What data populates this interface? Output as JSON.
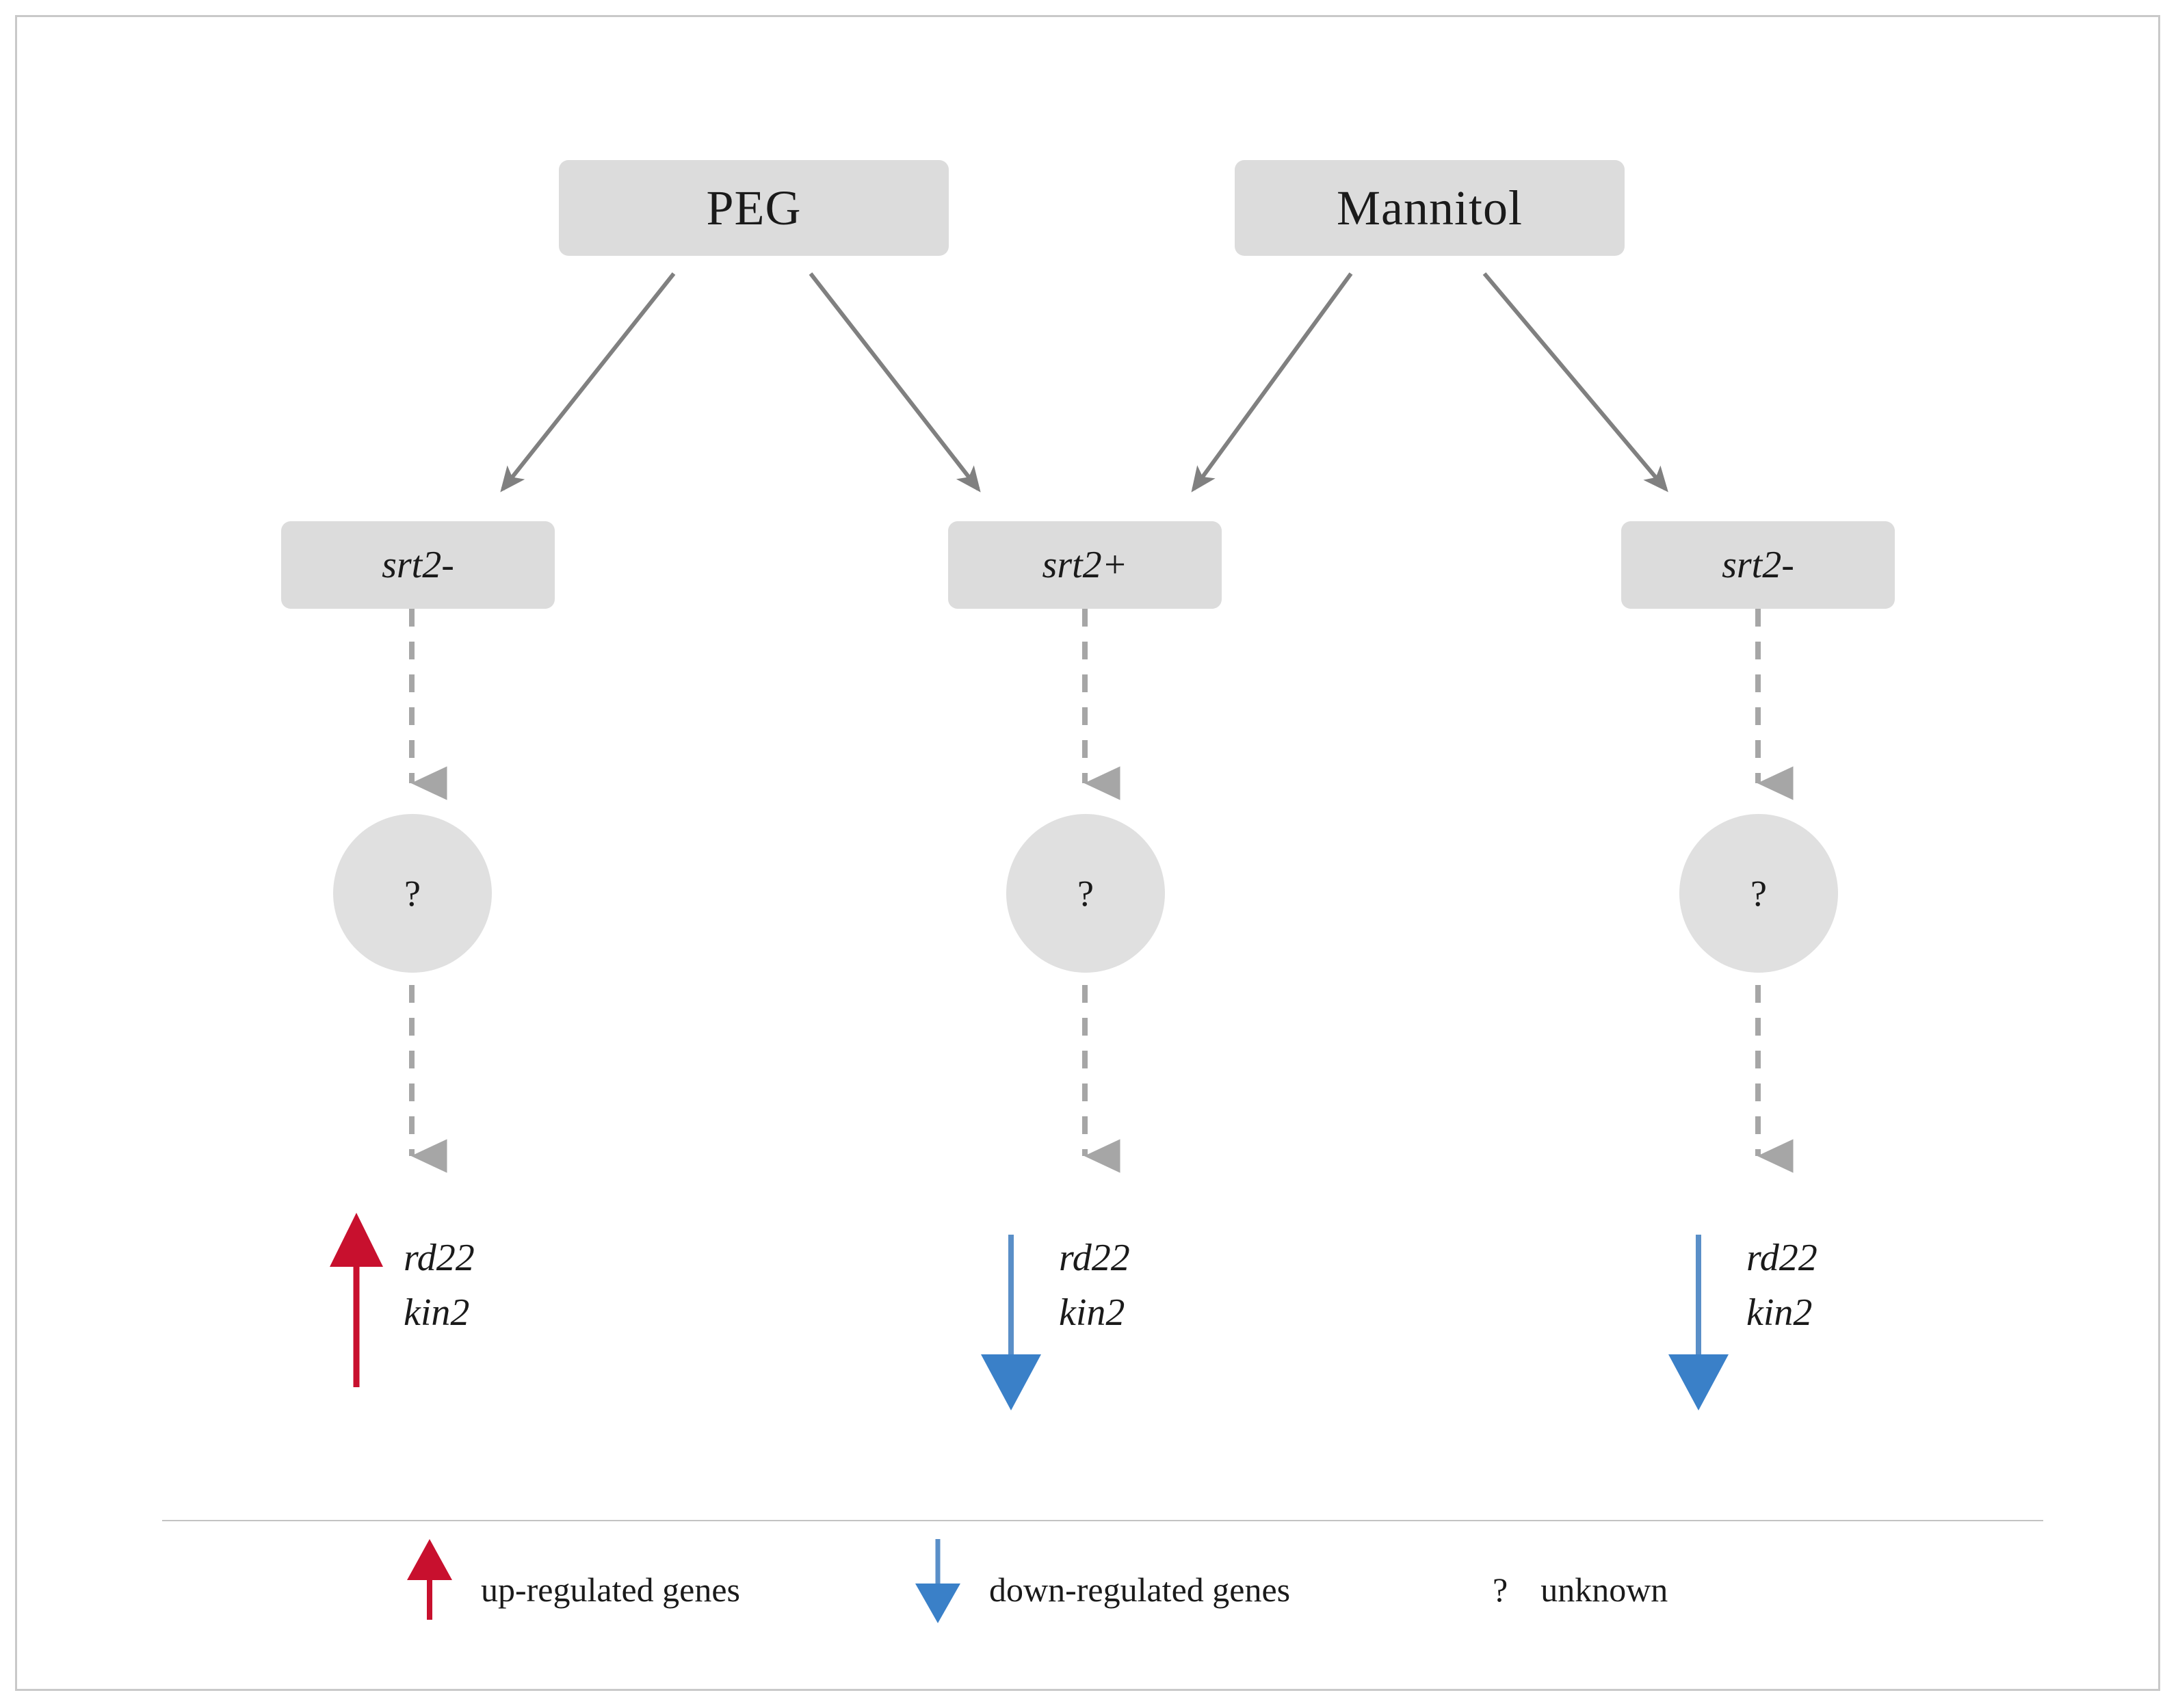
{
  "figure": {
    "type": "pathway-diagram",
    "background_color": "#ffffff",
    "frame_color": "#c9c9c9",
    "node_fill": "#dcdcdc",
    "circle_fill": "#e0e0e0",
    "solid_arrow_color": "#808080",
    "dashed_arrow_color": "#a6a6a6",
    "up_color": "#C8102E",
    "down_color": "#3A80C8",
    "rule_color": "#c3c3c3"
  },
  "stressors": [
    {
      "id": "peg",
      "label": "PEG"
    },
    {
      "id": "mannitol",
      "label": "Mannitol"
    }
  ],
  "genotypes": [
    {
      "id": "geno-left",
      "label": "srt2-"
    },
    {
      "id": "geno-middle",
      "label": "srt2+"
    },
    {
      "id": "geno-right",
      "label": "srt2-"
    }
  ],
  "unknown_nodes": [
    {
      "id": "unknown-left",
      "label": "?"
    },
    {
      "id": "unknown-middle",
      "label": "?"
    },
    {
      "id": "unknown-right",
      "label": "?"
    }
  ],
  "outcomes": [
    {
      "id": "outcome-left",
      "direction": "up",
      "arrow_color": "#C8102E",
      "genes": [
        "rd22",
        "kin2"
      ]
    },
    {
      "id": "outcome-middle",
      "direction": "down",
      "arrow_color": "#3A80C8",
      "genes": [
        "rd22",
        "kin2"
      ]
    },
    {
      "id": "outcome-right",
      "direction": "down",
      "arrow_color": "#3A80C8",
      "genes": [
        "rd22",
        "kin2"
      ]
    }
  ],
  "legend": {
    "items": [
      {
        "id": "legend-up",
        "icon": "up-arrow-icon",
        "label": "up-regulated genes"
      },
      {
        "id": "legend-down",
        "icon": "down-arrow-icon",
        "label": "down-regulated genes"
      },
      {
        "id": "legend-unknown",
        "icon": "question-mark-icon",
        "symbol": "?",
        "label": "unknown"
      }
    ]
  },
  "connections": [
    {
      "from": "peg",
      "to": "geno-left",
      "style": "solid-arrow"
    },
    {
      "from": "peg",
      "to": "geno-middle",
      "style": "solid-arrow"
    },
    {
      "from": "mannitol",
      "to": "geno-middle",
      "style": "solid-arrow"
    },
    {
      "from": "mannitol",
      "to": "geno-right",
      "style": "solid-arrow"
    },
    {
      "from": "geno-left",
      "to": "unknown-left",
      "style": "dashed-arrow"
    },
    {
      "from": "geno-middle",
      "to": "unknown-middle",
      "style": "dashed-arrow"
    },
    {
      "from": "geno-right",
      "to": "unknown-right",
      "style": "dashed-arrow"
    },
    {
      "from": "unknown-left",
      "to": "outcome-left",
      "style": "dashed-arrow"
    },
    {
      "from": "unknown-middle",
      "to": "outcome-middle",
      "style": "dashed-arrow"
    },
    {
      "from": "unknown-right",
      "to": "outcome-right",
      "style": "dashed-arrow"
    }
  ]
}
